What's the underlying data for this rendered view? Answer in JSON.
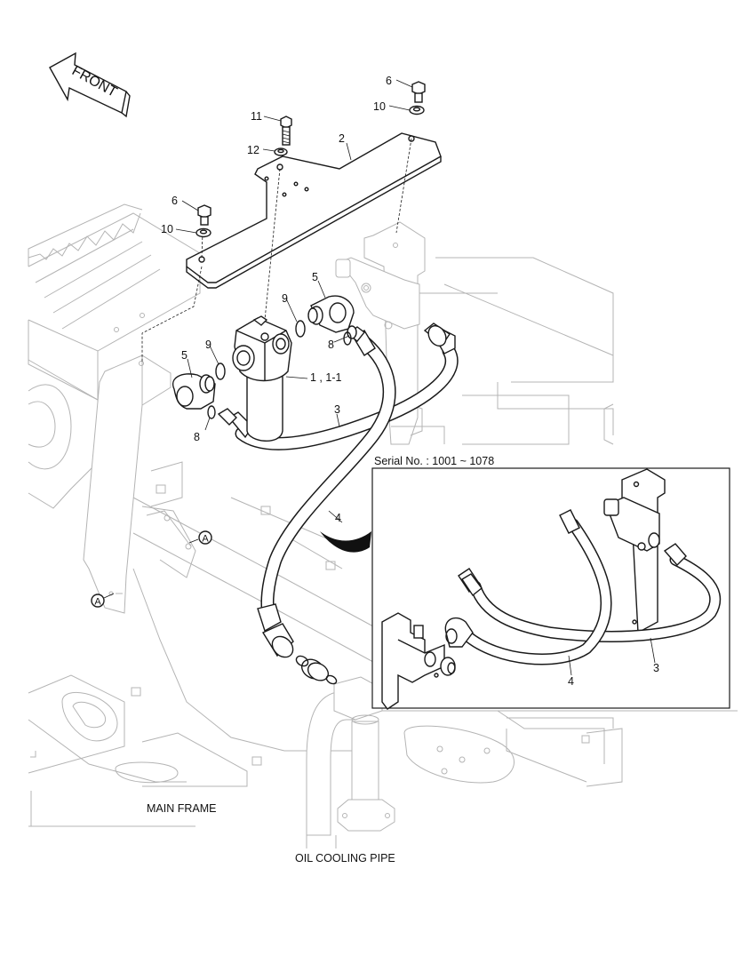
{
  "direction_label": "FRONT",
  "callouts": {
    "c_1": "1 , 1-1",
    "c_2": "2",
    "c_3": "3",
    "c_4": "4",
    "c_5a": "5",
    "c_5b": "5",
    "c_6a": "6",
    "c_6b": "6",
    "c_8a": "8",
    "c_8b": "8",
    "c_9a": "9",
    "c_9b": "9",
    "c_10a": "10",
    "c_10b": "10",
    "c_11": "11",
    "c_12": "12",
    "ref_a1": "A",
    "ref_a2": "A"
  },
  "inset": {
    "title": "Serial No. : 1001 ~ 1078",
    "c_3": "3",
    "c_4": "4"
  },
  "captions": {
    "main_frame": "MAIN FRAME",
    "oil_cooling_pipe": "OIL COOLING PIPE"
  }
}
